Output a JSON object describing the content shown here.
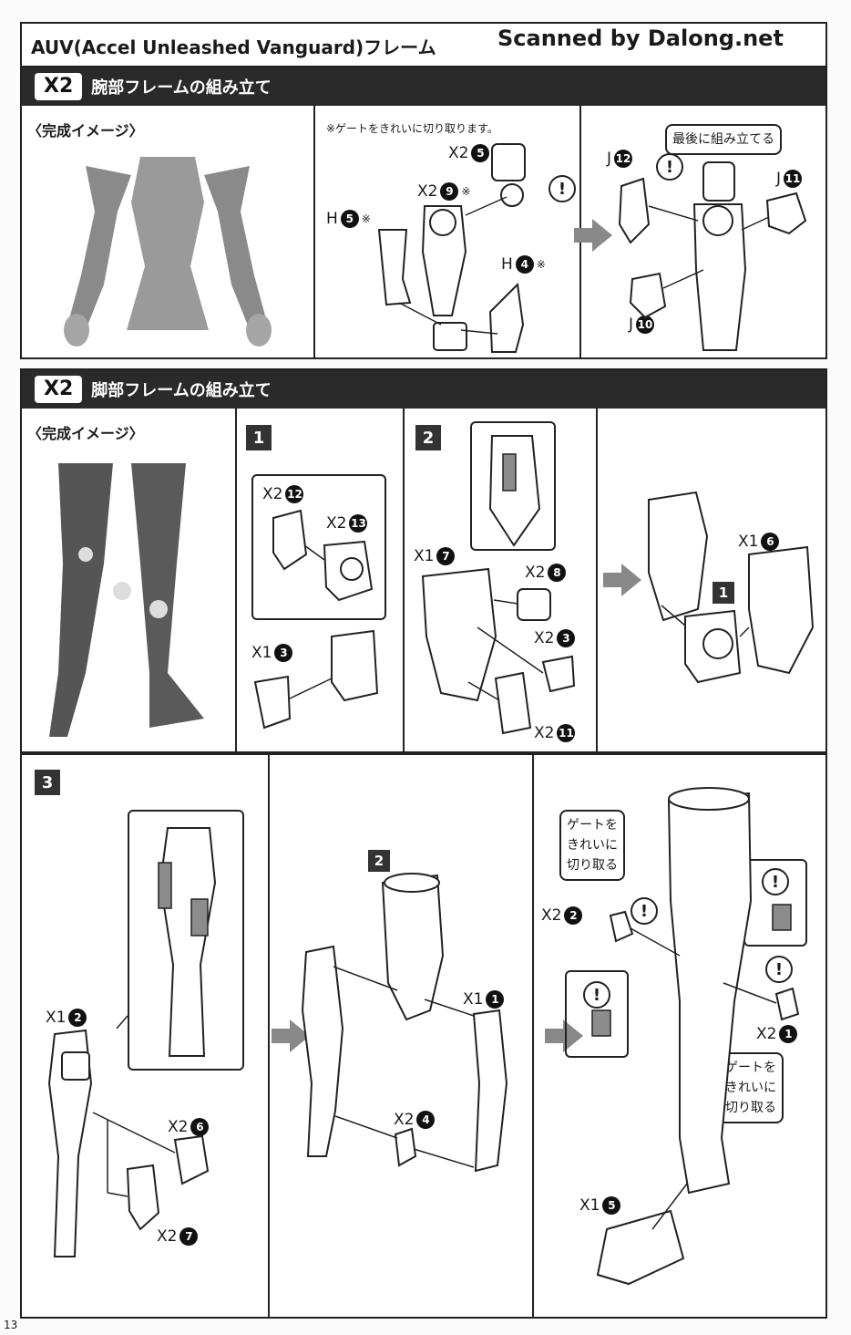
{
  "title": "AUV(Accel Unleashed Vanguard)フレーム",
  "watermark": "Scanned by Dalong.net",
  "page_number": "13",
  "section1": {
    "multiplier": "X2",
    "heading": "腕部フレームの組み立て",
    "image_caption": "〈完成イメージ〉",
    "note": "※ゲートをきれいに切り取ります。",
    "labels": {
      "x2_5": "X2",
      "x2_9": "X2",
      "h_5": "H",
      "h_4": "H",
      "j_12": "J",
      "j_11": "J",
      "j_10": "J"
    },
    "nums": {
      "n5a": "5",
      "n9": "9",
      "n5b": "5",
      "n4": "4",
      "n12": "12",
      "n11": "11",
      "n10": "10"
    },
    "star": "※",
    "callout_last": "最後に組み立てる",
    "exclaim": "!"
  },
  "section2": {
    "multiplier": "X2",
    "heading": "脚部フレームの組み立て",
    "image_caption": "〈完成イメージ〉",
    "steps": [
      "1",
      "2"
    ],
    "step1": {
      "a_label": "X2",
      "a_num": "12",
      "b_label": "X2",
      "b_num": "13",
      "c_label": "X1",
      "c_num": "3"
    },
    "step2": {
      "a_label": "X1",
      "a_num": "7",
      "b_label": "X2",
      "b_num": "8",
      "c_label": "X2",
      "c_num": "3",
      "d_label": "X2",
      "d_num": "11",
      "e_label": "X1",
      "e_num": "6",
      "ref": "1"
    }
  },
  "section3": {
    "step": "3",
    "p1": {
      "a_label": "X1",
      "a_num": "2",
      "b_label": "X2",
      "b_num": "6",
      "c_label": "X2",
      "c_num": "7"
    },
    "p2": {
      "ref": "2",
      "a_label": "X1",
      "a_num": "1",
      "b_label": "X2",
      "b_num": "4"
    },
    "p3": {
      "a_label": "X2",
      "a_num": "2",
      "b_label": "X2",
      "b_num": "1",
      "c_label": "X1",
      "c_num": "5",
      "callout_a": "ゲートを\nきれいに\n切り取る",
      "callout_b": "ゲートを\nきれいに\n切り取る"
    }
  }
}
